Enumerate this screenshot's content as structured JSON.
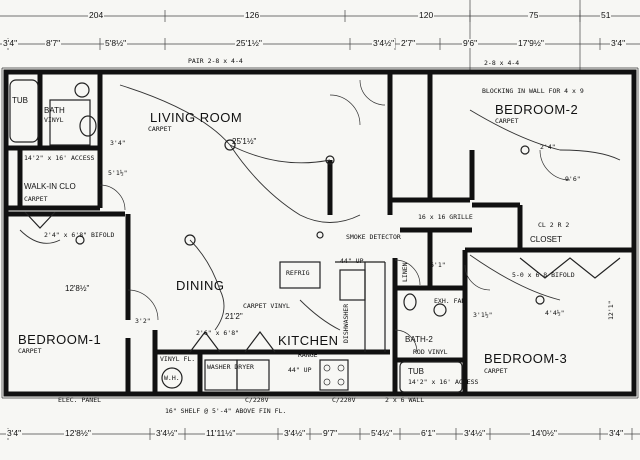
{
  "top_dimensions_outer": [
    "204",
    "126",
    "120",
    "75",
    "51"
  ],
  "top_dimensions_inner": [
    "3'4\"",
    "8'7\"",
    "5'8½\"",
    "25'1½\"",
    "3'4½\"",
    "2'7\"",
    "9'6\"",
    "17'9½\"",
    "3'4\""
  ],
  "bottom_dimensions": [
    "3'4\"",
    "12'8½\"",
    "3'4½\"",
    "11'11½\"",
    "3'4½\"",
    "9'7\"",
    "5'4½\"",
    "6'1\"",
    "3'4½\"",
    "14'0½\"",
    "3'4\""
  ],
  "rooms": {
    "living_room": "LIVING ROOM",
    "living_floor": "CARPET",
    "living_dim": "25'1½\"",
    "bedroom2": "BEDROOM-2",
    "bedroom2_floor": "CARPET",
    "bedroom1": "BEDROOM-1",
    "bedroom1_floor": "CARPET",
    "bedroom1_dim": "12'8½\"",
    "bedroom3": "BEDROOM-3",
    "bedroom3_floor": "CARPET",
    "dining": "DINING",
    "dining_floor": "CARPET  VINYL",
    "dining_dim": "21'2\"",
    "kitchen": "KITCHEN",
    "bath1": "BATH",
    "bath1_floor": "VINYL",
    "bath2": "BATH-2",
    "walkin": "WALK-IN CLO",
    "walkin_floor": "CARPET",
    "closet": "CLOSET",
    "tub": "TUB",
    "tub2": "TUB",
    "tub2_note": "14'2\" x 16' ACCESS"
  },
  "annotations": {
    "pair_door": "PAIR 2-8 x 4-4",
    "blocking": "BLOCKING IN WALL FOR 4 x 9",
    "door_2x8": "2-8 x 4-4",
    "smoke": "SMOKE DETECTOR",
    "refrig": "REFRIG",
    "range": "RANGE",
    "washer_dryer": "WASHER DRYER",
    "wh": "W.H.",
    "vinyl_fl": "VINYL FL.",
    "elec_panel": "ELEC. PANEL",
    "shelf_note": "16\" SHELF @ 5'-4\" ABOVE FIN FL.",
    "wall_note": "2 x 6 WALL",
    "bifold1": "2'4\" x 6'8\" BIFOLD",
    "bifold2": "5-0 x 6-8 BIFOLD",
    "access1": "14'2\" x 16' ACCESS",
    "grille": "16 x 16 GRILLE",
    "closet_note": "CL 2 R 2",
    "door_6x8": "2'6\" x 6'8\"",
    "up44_1": "44\" UP",
    "up44_2": "44\" UP",
    "dishwasher": "DISHWASHER",
    "linen": "LINEN",
    "exh_fan": "EXH. FAN",
    "rod": "ROD",
    "c220v": "C/220V",
    "c220v_2": "C/220V",
    "bath2_floor": "VINYL",
    "dims_misc": [
      "3'4\"",
      "5'1½\"",
      "9'6\"",
      "2'4\"",
      "3'2\"",
      "12'1\"",
      "3'1½\"",
      "6'1\"",
      "4'4½\""
    ]
  }
}
